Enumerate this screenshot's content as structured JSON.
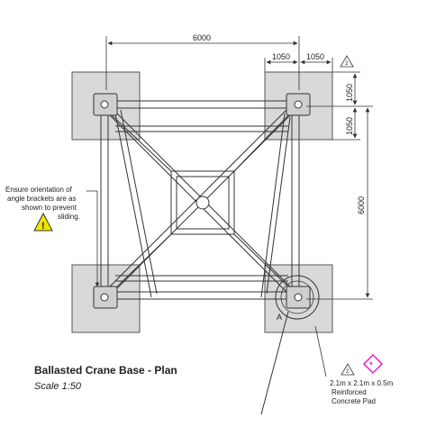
{
  "drawing": {
    "title": "Ballasted Crane Base - Plan",
    "scale": "Scale 1:50",
    "dimensions": {
      "overall_width": "6000",
      "pad_left_half": "1050",
      "pad_right_half": "1050",
      "pad_top_half": "1050",
      "pad_bottom_half": "1050",
      "overall_height": "6000"
    },
    "notes": {
      "orientation_line1": "Ensure orientation of",
      "orientation_line2": "angle brackets are as",
      "orientation_line3": "shown to prevent",
      "orientation_line4": "sliding.",
      "pad_line1": "2.1m x 2.1m x 0.5m",
      "pad_line2": "Reinforced",
      "pad_line3": "Concrete Pad",
      "revision_mark": "2"
    },
    "labels": {
      "detail_ref": "A"
    },
    "colors": {
      "pad_fill": "#d9d9d9",
      "line": "#333333",
      "warning_yellow": "#f2e600",
      "hazard_magenta": "#e020c8"
    },
    "icons": [
      "warning-triangle-icon",
      "revision-triangle-icon",
      "hazard-diamond-icon"
    ]
  }
}
